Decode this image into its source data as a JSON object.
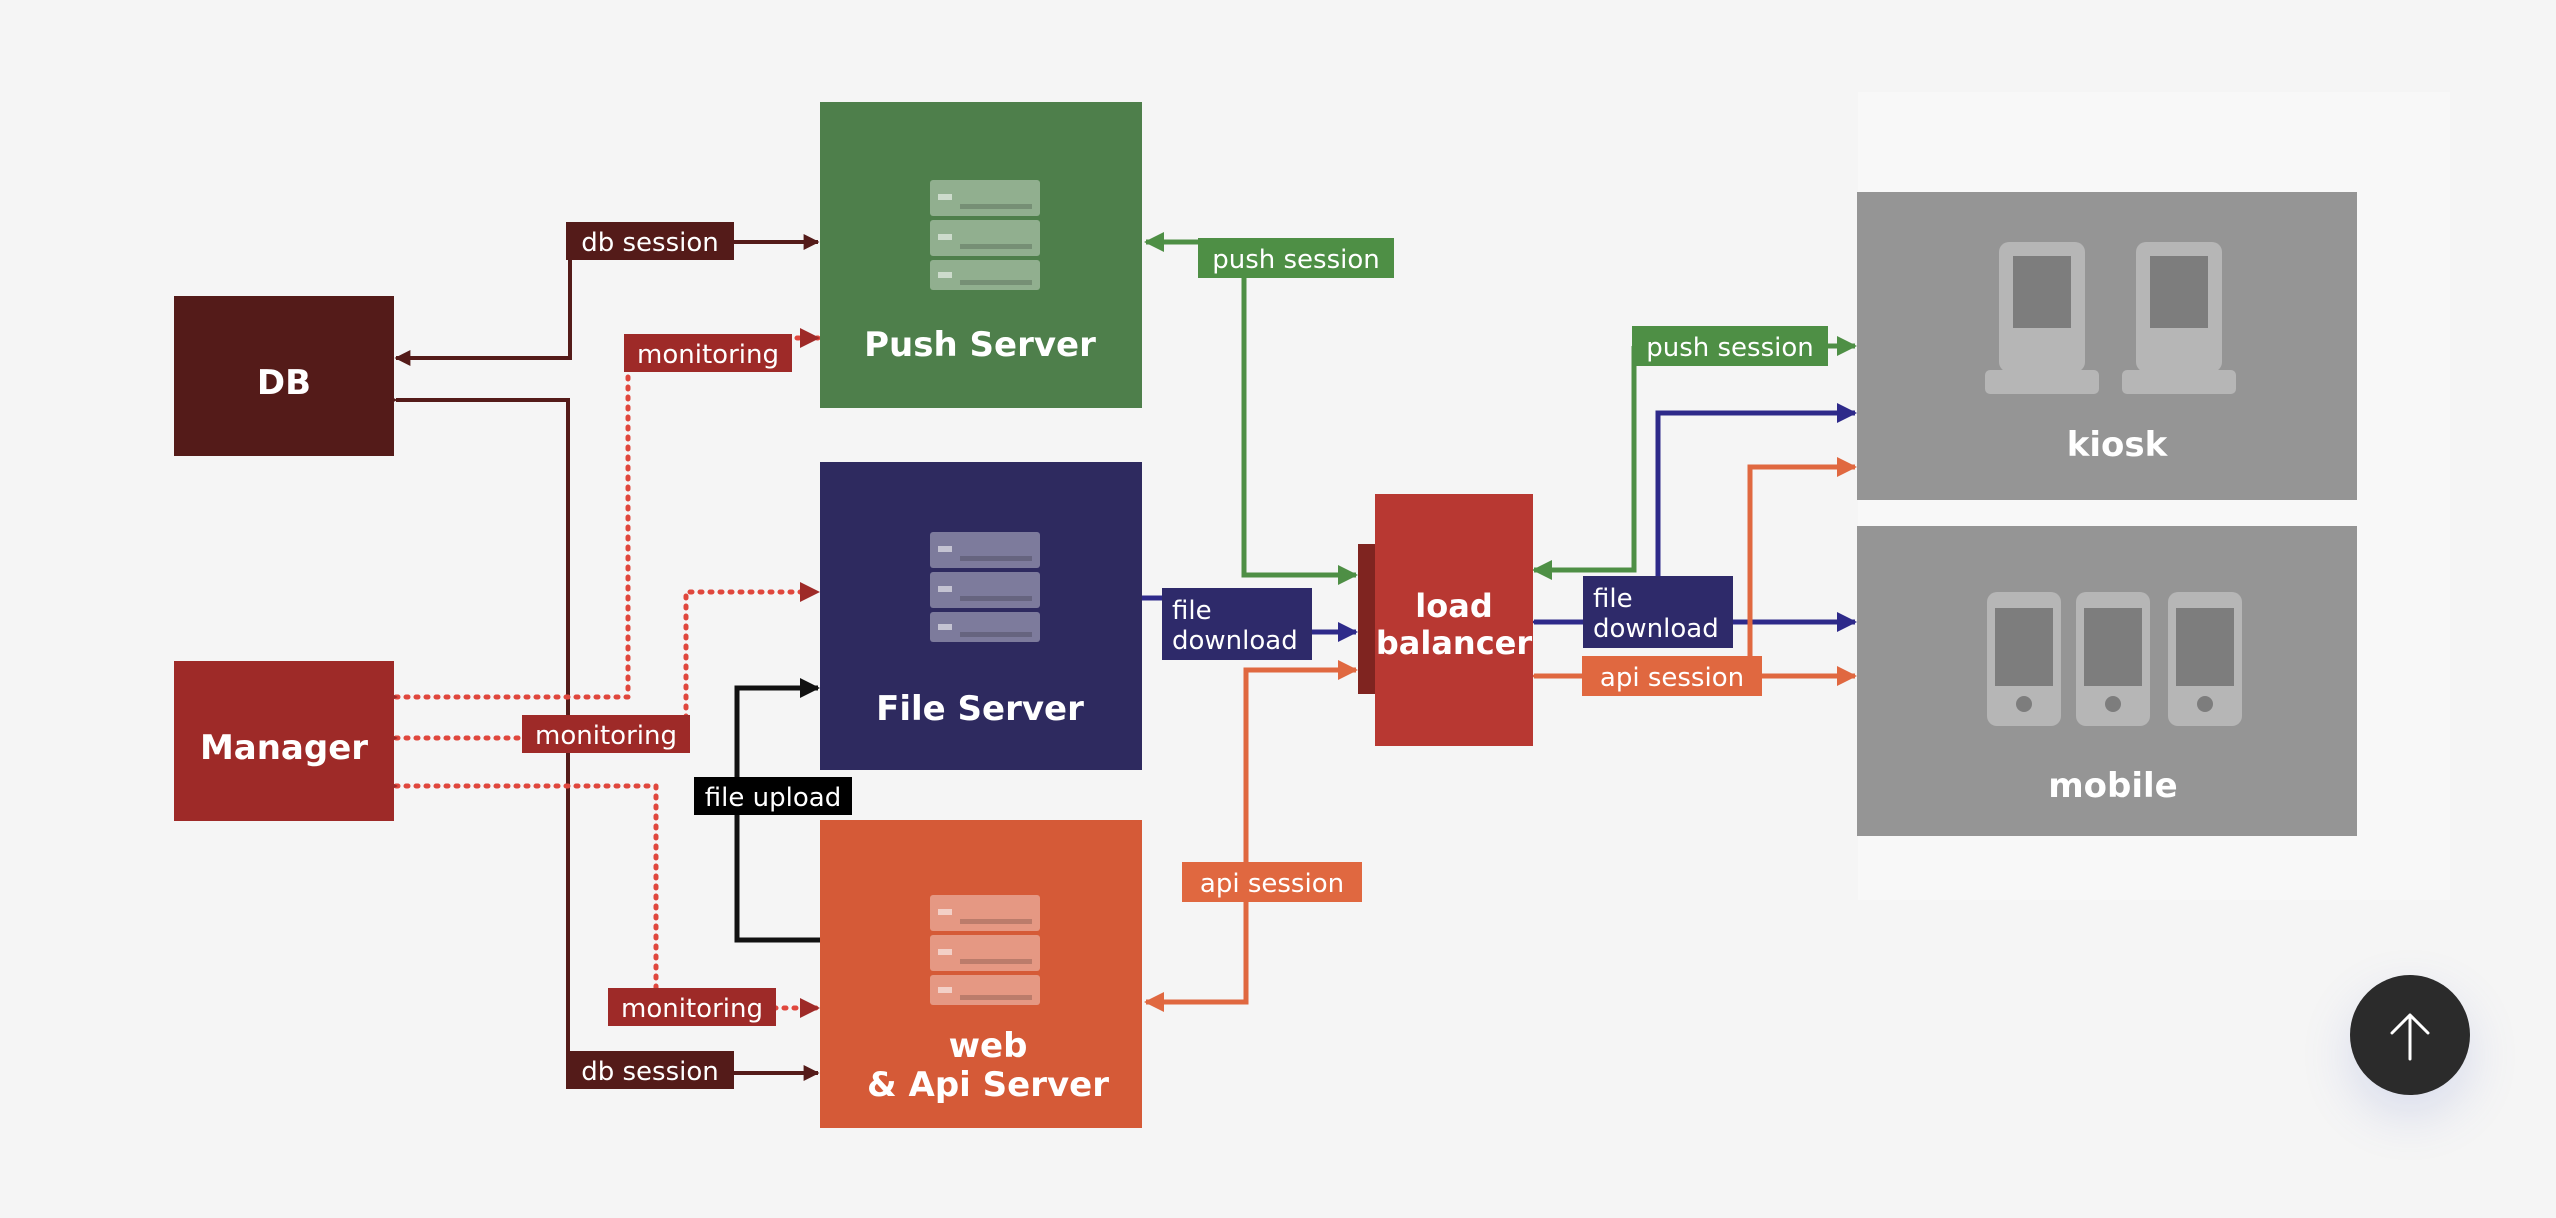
{
  "nodes": {
    "db": {
      "label": "DB"
    },
    "manager": {
      "label": "Manager"
    },
    "push_server": {
      "label": "Push Server"
    },
    "file_server": {
      "label": "File Server"
    },
    "web_api_server": {
      "line1": "web",
      "line2": "& Api Server"
    },
    "load_balancer": {
      "line1": "load",
      "line2": "balancer"
    },
    "kiosk": {
      "label": "kiosk"
    },
    "mobile": {
      "label": "mobile"
    }
  },
  "edge_labels": {
    "db_session_top": "db session",
    "db_session_bottom": "db session",
    "monitoring_push": "monitoring",
    "monitoring_manager": "monitoring",
    "monitoring_web": "monitoring",
    "file_upload": "file upload",
    "push_session_lb": "push session",
    "push_session_kiosk": "push session",
    "file_download_lb": {
      "line1": "file",
      "line2": "download"
    },
    "file_download_clients": {
      "line1": "file",
      "line2": "download"
    },
    "api_session_lb": "api session",
    "api_session_clients": "api session"
  },
  "colors": {
    "db": "#541b19",
    "manager": "#9e2a28",
    "push": "#4e7f4b",
    "file": "#2e2a5f",
    "web": "#d55a37",
    "load_balancer": "#b83832",
    "clients": "#959595",
    "monitoring": "#e0473d",
    "black": "#111111"
  },
  "icons": {
    "server": "server-rack-icon",
    "kiosk": "kiosk-icon",
    "mobile": "mobile-phone-icon",
    "scroll_top": "arrow-up-icon"
  }
}
